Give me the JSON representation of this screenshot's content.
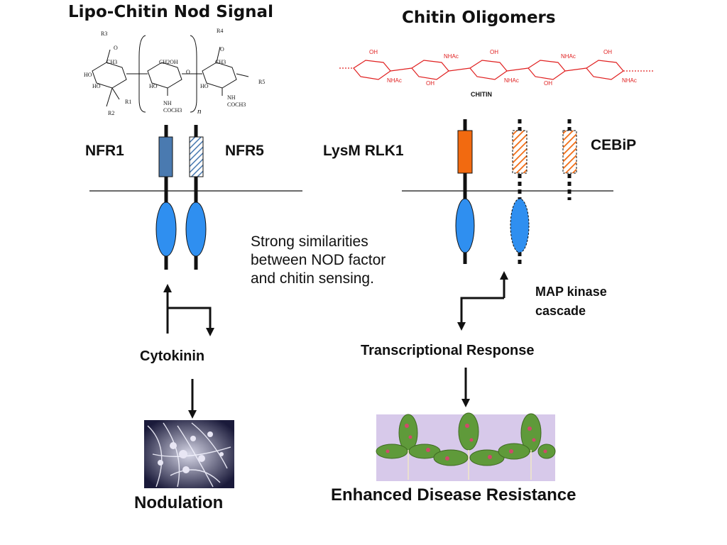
{
  "left": {
    "title": "Lipo-Chitin Nod Signal",
    "receptor_a": "NFR1",
    "receptor_b": "NFR5",
    "output_1": "Cytokinin",
    "output_2": "Nodulation",
    "chem": {
      "R1": "R1",
      "R2": "R2",
      "R3": "R3",
      "R4": "R4",
      "R5": "R5",
      "HO": "HO",
      "O": "O",
      "CH3": "CH3",
      "CH2OH": "CH2OH",
      "NH": "NH",
      "COCH3": "COCH3",
      "n": "n"
    }
  },
  "right": {
    "title": "Chitin Oligomers",
    "chitin_label": "CHITIN",
    "nhac": "NHAc",
    "oh": "OH",
    "receptor_a": "LysM RLK1",
    "receptor_b": "CEBiP",
    "cascade": [
      "MAP kinase",
      "cascade"
    ],
    "output_1": "Transcriptional Response",
    "output_2": "Enhanced Disease Resistance"
  },
  "note": [
    "Strong similarities",
    "between NOD factor",
    "and chitin sensing."
  ],
  "colors": {
    "blue_receptor": "#4a7ab0",
    "light_blue_oval": "#2f8ff0",
    "orange_receptor": "#f26a10",
    "chitin_red": "#e02020"
  },
  "icons": {
    "nodule_image": "root-nodules-photo",
    "leaf_image": "infected-leaves-photo"
  }
}
